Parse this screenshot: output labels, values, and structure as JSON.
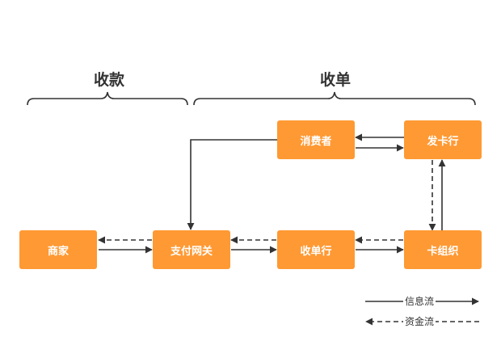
{
  "groups": {
    "collect": "收款",
    "acquire": "收单"
  },
  "nodes": {
    "merchant": "商家",
    "gateway": "支付网关",
    "acquirer": "收单行",
    "card_org": "卡组织",
    "consumer": "消费者",
    "issuer": "发卡行"
  },
  "legend": {
    "info_flow": "信息流",
    "fund_flow": "资金流"
  },
  "colors": {
    "node_fill": "#ff9933",
    "node_text": "#ffffff",
    "line": "#333333"
  }
}
